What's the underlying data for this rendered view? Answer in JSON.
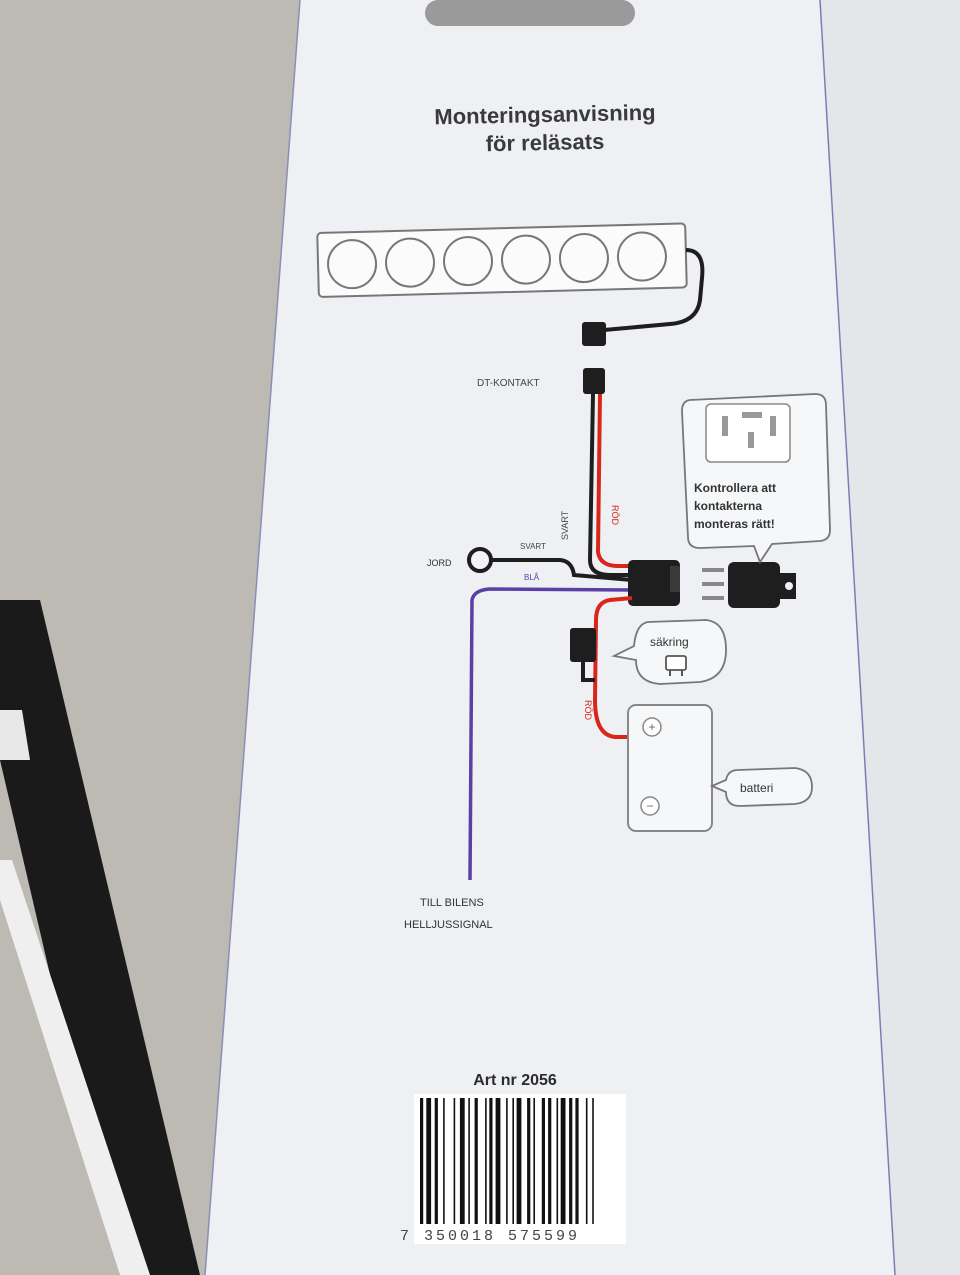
{
  "card": {
    "title_line1": "Monteringsanvisning",
    "title_line2": "för reläsats"
  },
  "diagram": {
    "dt_kontakt": "DT-KONTAKT",
    "svart_label": "SVART",
    "rod_label": "RÖD",
    "jord_label": "JORD",
    "bla_label": "BLÅ",
    "callout_line1": "Kontrollera att",
    "callout_line2": "kontakterna",
    "callout_line3": "monteras rätt!",
    "sakring_label": "säkring",
    "batteri_label": "batteri",
    "plus_symbol": "+",
    "minus_symbol": "−",
    "signal_line1": "TILL BILENS",
    "signal_line2": "HELLJUSSIGNAL"
  },
  "article": {
    "art_nr": "Art nr 2056",
    "ean": "7 350018 575599"
  },
  "colors": {
    "wire_red": "#d9261c",
    "wire_black": "#1e1e1e",
    "wire_blue": "#5b3fa6",
    "paper": "#eef0f3",
    "ink": "#555555"
  }
}
